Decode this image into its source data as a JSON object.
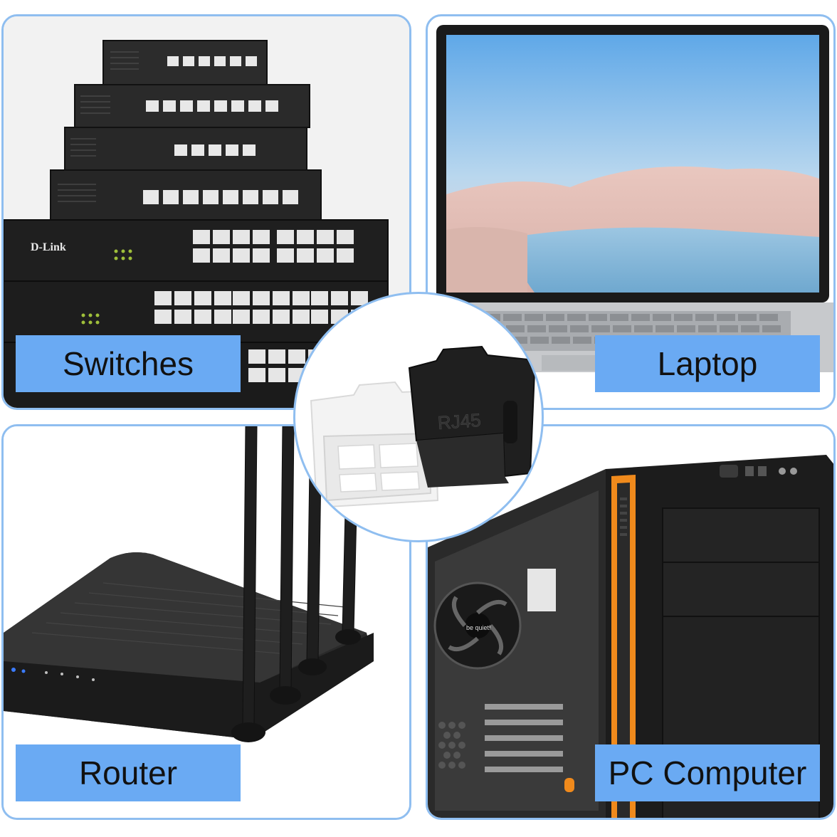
{
  "labels": {
    "switches": "Switches",
    "laptop": "Laptop",
    "router": "Router",
    "pc": "PC Computer"
  },
  "product": {
    "cap_marking": "RJ45",
    "cap_colors": [
      "white",
      "black"
    ]
  },
  "brands": {
    "switch_brand": "D-Link",
    "pc_brand": "be quiet!"
  },
  "colors": {
    "panel_border": "#8fbef0",
    "label_background": "#6aaaf3",
    "pc_accent": "#f08a1c"
  }
}
